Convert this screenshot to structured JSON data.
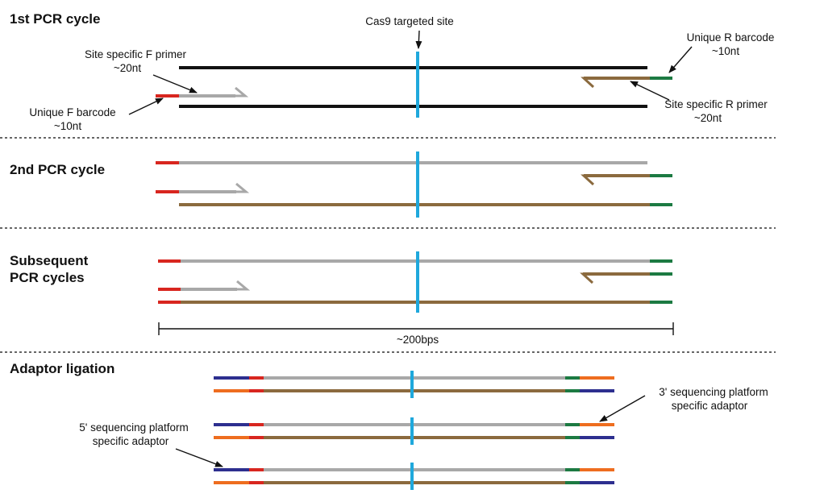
{
  "colors": {
    "template": "#111111",
    "gray_strand": "#a8a8a8",
    "brown_strand": "#8b6a3e",
    "f_barcode": "#d8261f",
    "r_barcode": "#1c7a42",
    "cas9_site": "#1fa8dc",
    "adaptor_3prime": "#ee6d1f",
    "adaptor_5prime": "#2d2f8f"
  },
  "sections": {
    "cycle1": "1st PCR cycle",
    "cycle2": "2nd PCR cycle",
    "subsequent_1": "Subsequent",
    "subsequent_2": "PCR cycles",
    "ligation": "Adaptor ligation"
  },
  "labels": {
    "cas9": "Cas9 targeted site",
    "f_primer_1": "Site specific F primer",
    "f_primer_2": "~20nt",
    "f_barcode_1": "Unique F barcode",
    "f_barcode_2": "~10nt",
    "r_barcode_1": "Unique R barcode",
    "r_barcode_2": "~10nt",
    "r_primer_1": "Site specific R primer",
    "r_primer_2": "~20nt",
    "amplicon_length": "~200bps",
    "adaptor3_1": "3' sequencing platform",
    "adaptor3_2": "specific adaptor",
    "adaptor5_1": "5' sequencing platform",
    "adaptor5_2": "specific adaptor"
  }
}
